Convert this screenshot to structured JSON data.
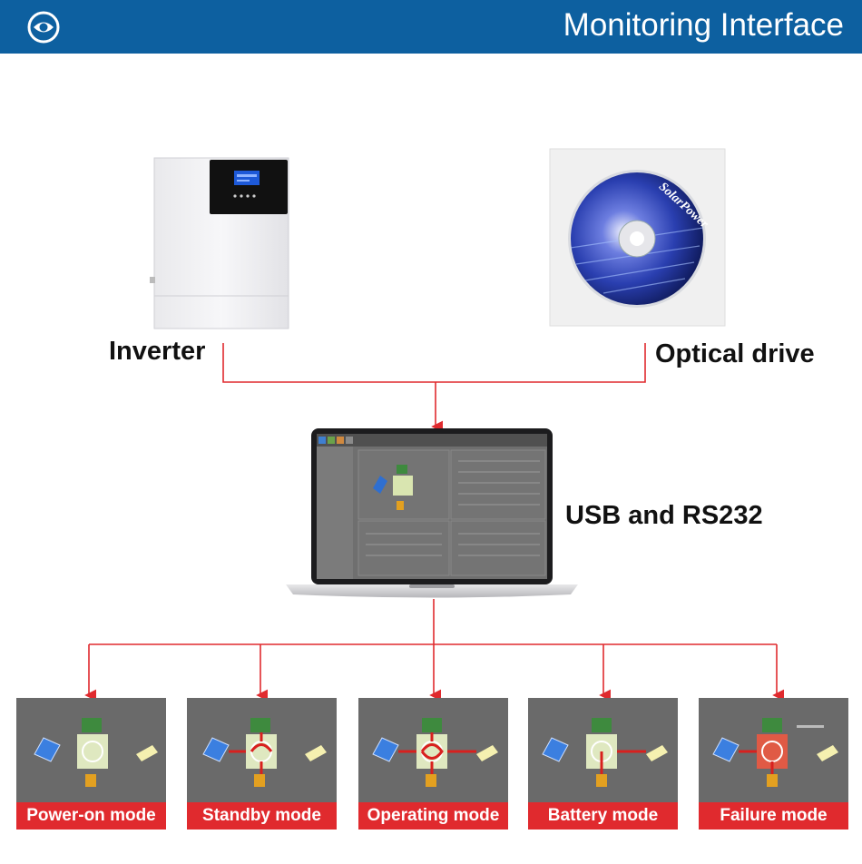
{
  "header": {
    "title": "Monitoring Interface",
    "icon": "eye-icon",
    "bg_color": "#0d60a0"
  },
  "devices": {
    "inverter": {
      "label": "Inverter"
    },
    "optical_drive": {
      "label": "Optical drive",
      "disc_text": "SolarPower"
    },
    "laptop": {
      "label": "USB and RS232"
    }
  },
  "modes": [
    {
      "label": "Power-on mode",
      "state": "power-on"
    },
    {
      "label": "Standby mode",
      "state": "standby"
    },
    {
      "label": "Operating mode",
      "state": "operating"
    },
    {
      "label": "Battery mode",
      "state": "battery"
    },
    {
      "label": "Failure mode",
      "state": "failure"
    }
  ],
  "colors": {
    "connector": "#e02a2e",
    "mode_label_bg": "#e02a2e"
  }
}
